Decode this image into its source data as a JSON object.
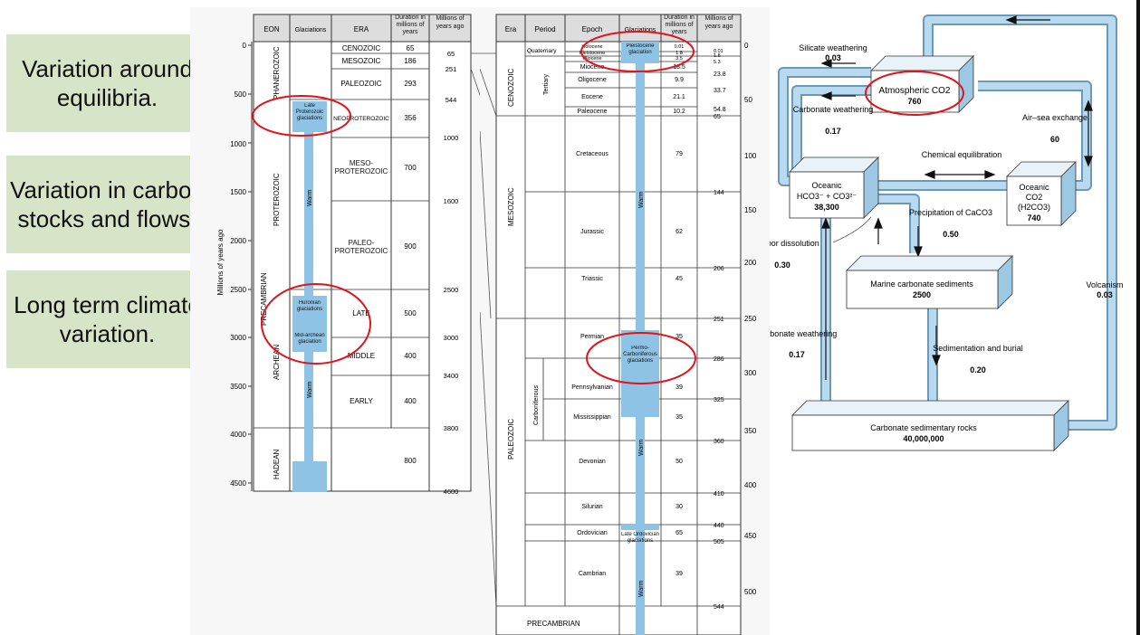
{
  "cards": [
    {
      "text": "Variation around equilibria."
    },
    {
      "text": "Variation in carbon stocks and flows."
    },
    {
      "text": "Long term climate variation."
    }
  ],
  "left_table": {
    "headers": [
      "EON",
      "Glaciations",
      "ERA",
      "Duration in millions of years",
      "Millions of years ago"
    ],
    "y_axis_label": "Millions of years ago",
    "y_ticks": [
      "0",
      "500",
      "1000",
      "1500",
      "2000",
      "2500",
      "3000",
      "3500",
      "4000",
      "4500"
    ],
    "eons": [
      "PHANEROZOIC",
      "PROTEROZOIC",
      "ARCHEAN",
      "HADEAN",
      "PRECAMBRIAN"
    ],
    "eras": [
      {
        "name": "CENOZOIC",
        "duration": "65",
        "end": "65"
      },
      {
        "name": "MESOZOIC",
        "duration": "186",
        "end": "251"
      },
      {
        "name": "PALEOZOIC",
        "duration": "293",
        "end": "544"
      },
      {
        "name": "NEOPROTEROZOIC",
        "duration": "356",
        "end": "1000"
      },
      {
        "name": "MESO-PROTEROZOIC",
        "duration": "700",
        "end": "1600"
      },
      {
        "name": "PALEO-PROTEROZOIC",
        "duration": "900",
        "end": "2500"
      },
      {
        "name": "LATE",
        "duration": "500",
        "end": "3000"
      },
      {
        "name": "MIDDLE",
        "duration": "400",
        "end": "3400"
      },
      {
        "name": "EARLY",
        "duration": "400",
        "end": "3800"
      },
      {
        "name": "",
        "duration": "800",
        "end": "4600"
      }
    ],
    "glaciations": [
      "Late Proterozoic glaciations",
      "Huronian glaciations",
      "Mid-archean glaciation"
    ],
    "warm_label": "Warm"
  },
  "right_table": {
    "headers": [
      "Era",
      "Period",
      "Epoch",
      "Glaciations",
      "Duration in millions of years",
      "Millions of years ago"
    ],
    "eras": [
      "CENOZOIC",
      "MESOZOIC",
      "PALEOZOIC",
      "PRECAMBRIAN"
    ],
    "periods": [
      "Quaternary",
      "Tertiary",
      "Carboniferous"
    ],
    "epochs": [
      {
        "name": "Holocene",
        "duration": "0.01",
        "end": "0.01"
      },
      {
        "name": "Pleistocene",
        "duration": "1.8",
        "end": "1.8"
      },
      {
        "name": "Pliocene",
        "duration": "3.5",
        "end": "5.3"
      },
      {
        "name": "Miocene",
        "duration": "18.5",
        "end": "23.8"
      },
      {
        "name": "Oligocene",
        "duration": "9.9",
        "end": "33.7"
      },
      {
        "name": "Eocene",
        "duration": "21.1",
        "end": "54.8"
      },
      {
        "name": "Paleocene",
        "duration": "10.2",
        "end": "65"
      },
      {
        "name": "Cretaceous",
        "duration": "79",
        "end": "144"
      },
      {
        "name": "Jurassic",
        "duration": "62",
        "end": "206"
      },
      {
        "name": "Triassic",
        "duration": "45",
        "end": "251"
      },
      {
        "name": "Permian",
        "duration": "35",
        "end": "286"
      },
      {
        "name": "Pennsylvanian",
        "duration": "39",
        "end": "325"
      },
      {
        "name": "Mississippian",
        "duration": "35",
        "end": "360"
      },
      {
        "name": "Devonian",
        "duration": "50",
        "end": "410"
      },
      {
        "name": "Silurian",
        "duration": "30",
        "end": "440"
      },
      {
        "name": "Ordovician",
        "duration": "65",
        "end": "505"
      },
      {
        "name": "Cambrian",
        "duration": "39",
        "end": "544"
      }
    ],
    "glaciations": [
      "Pleistocene glaciation",
      "Permo-Carboniferous glaciations",
      "Late Ordovician glaciations"
    ],
    "warm_label": "Warm",
    "axis_ticks": [
      "0",
      "50",
      "100",
      "150",
      "200",
      "250",
      "300",
      "350",
      "400",
      "450",
      "500"
    ]
  },
  "carbon": {
    "silicate_label": "Silicate weathering",
    "silicate_value": "0.03",
    "atm_label": "Atmospheric CO2",
    "atm_value": "760",
    "cw_top_label": "Carbonate weathering",
    "cw_top_value": "0.17",
    "airsea_label": "Air–sea exchange",
    "airsea_value": "60",
    "chem_label": "Chemical equilibration",
    "oce_hco_label": "Oceanic",
    "oce_hco_formula": "HCO3⁻ + CO3²⁻",
    "oce_hco_value": "38,300",
    "oce_co2_label": "Oceanic",
    "oce_co2_formula": "CO2",
    "oce_co2_formula2": "(H2CO3)",
    "oce_co2_value": "740",
    "precip_label": "Precipitation of CaCO3",
    "precip_value": "0.50",
    "seafloor_label": "Sea-floor dissolution",
    "seafloor_value": "0.30",
    "marine_label": "Marine carbonate sediments",
    "marine_value": "2500",
    "volcanism_label": "Volcanism",
    "volcanism_value": "0.03",
    "cw_bot_label": "Carbonate weathering",
    "cw_bot_value": "0.17",
    "sed_label": "Sedimentation and burial",
    "sed_value": "0.20",
    "rocks_label": "Carbonate sedimentary rocks",
    "rocks_value": "40,000,000"
  },
  "colors": {
    "card": "#d8e4c8",
    "band": "#8fc3e6",
    "band_dark": "#6aaed8",
    "pipe": "#b9d9ee",
    "pipe_edge": "#5a8fb3",
    "box_side": "#9cc8e4",
    "circle": "#e0141b"
  }
}
